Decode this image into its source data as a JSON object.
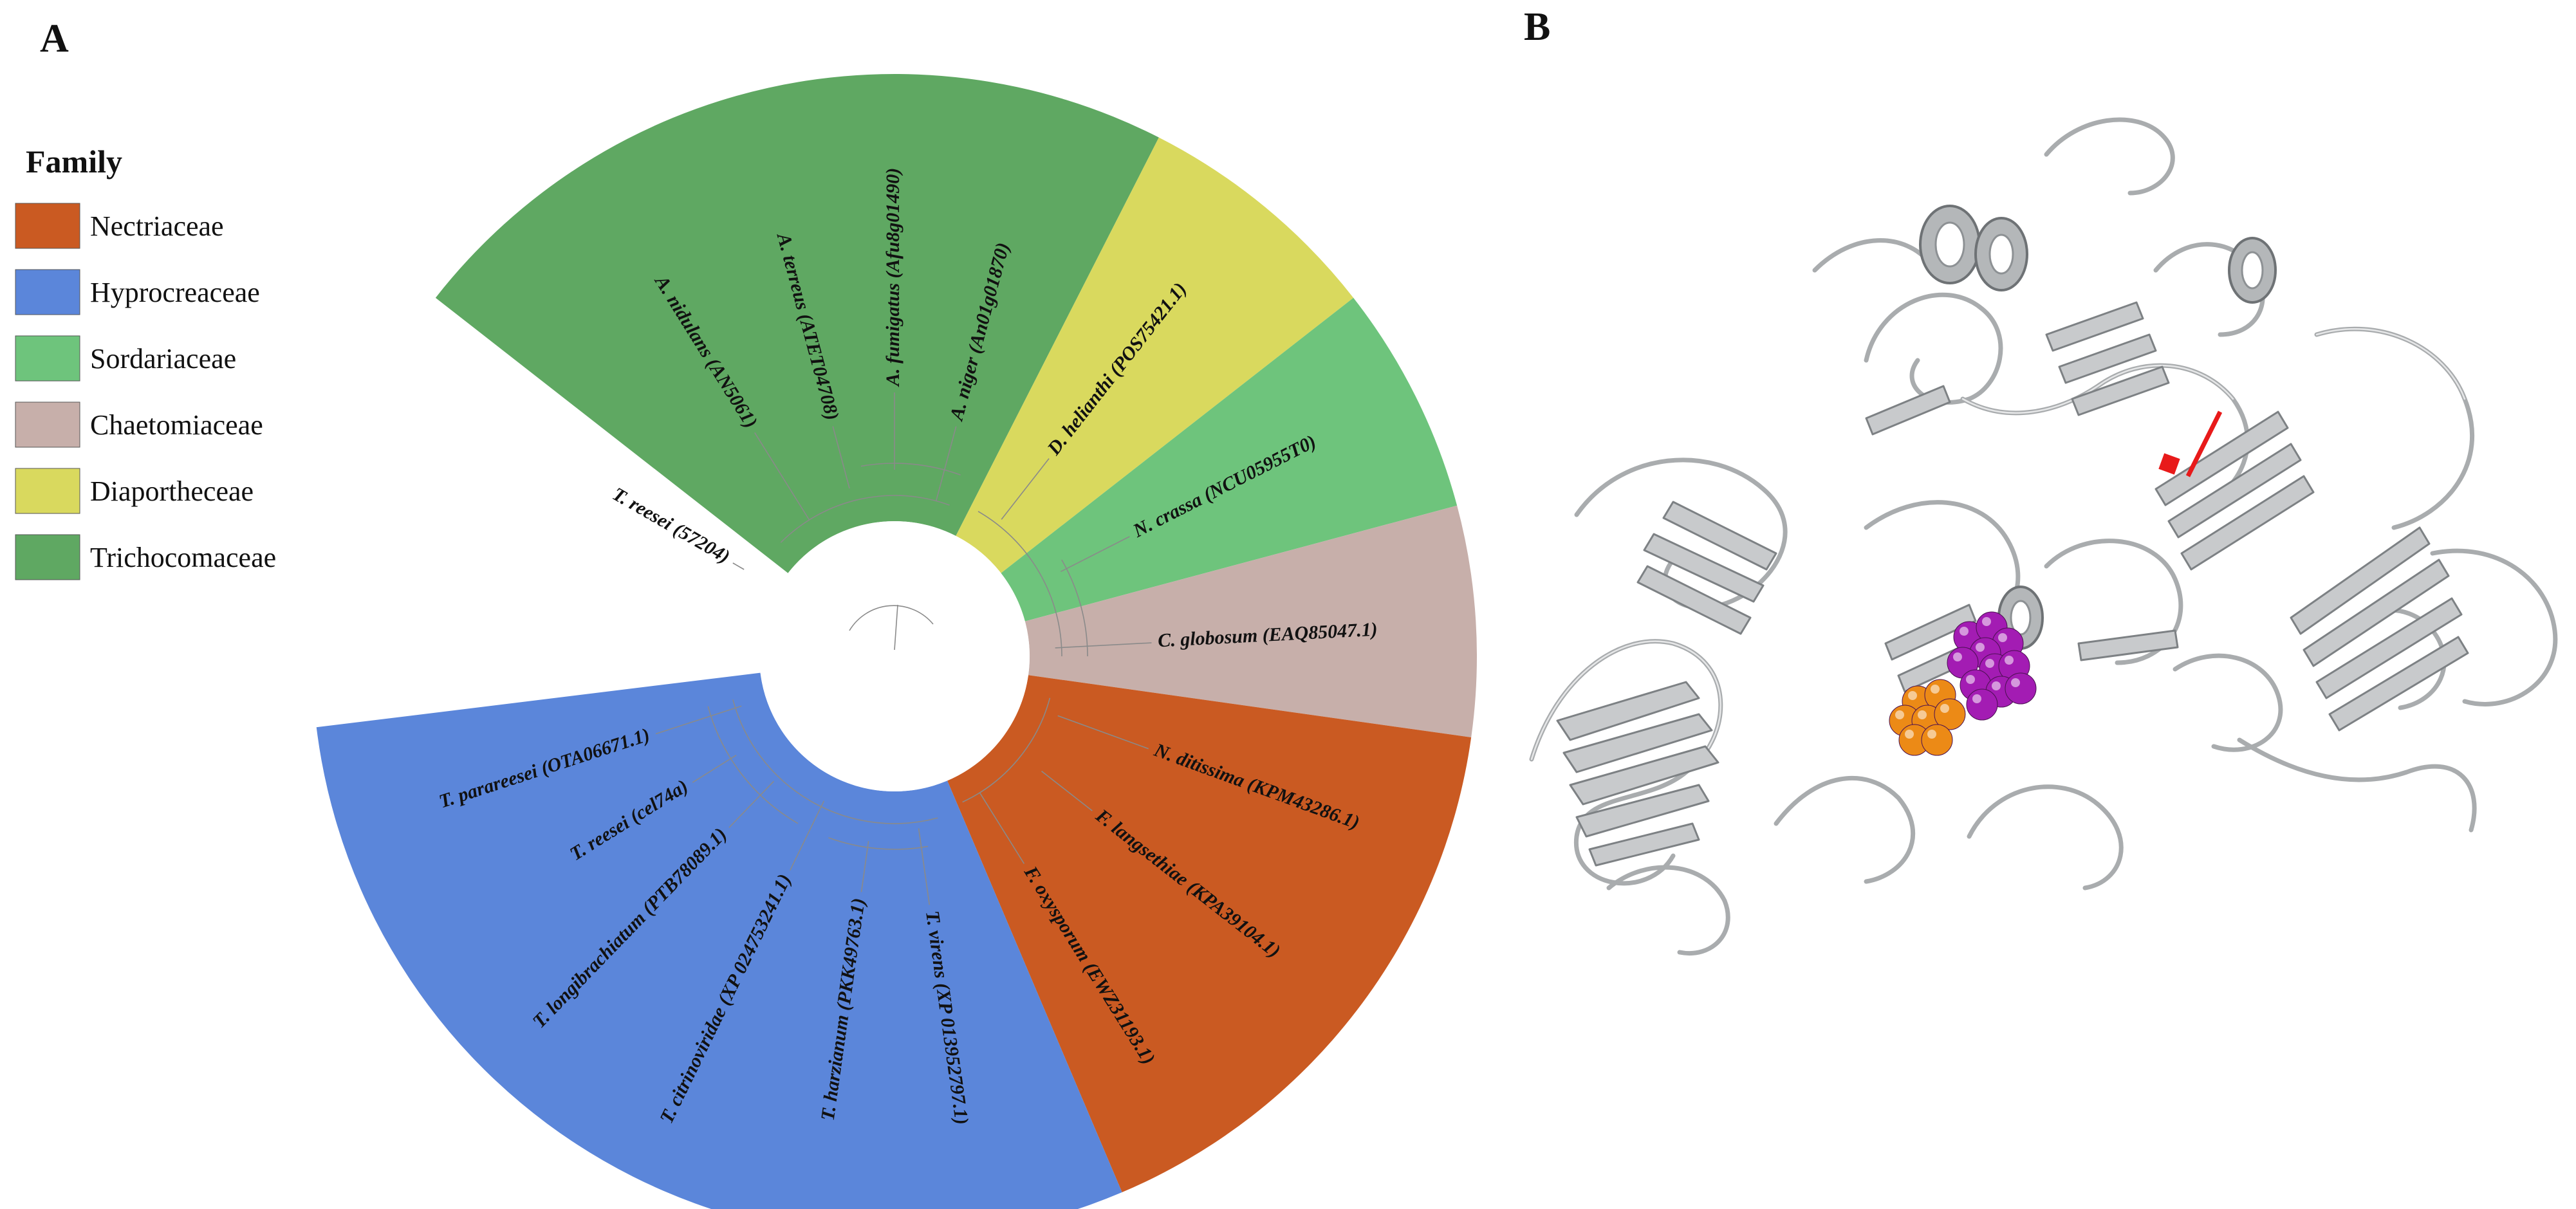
{
  "figure": {
    "panel_a_letter": "A",
    "panel_b_letter": "B"
  },
  "legend": {
    "title": "Family",
    "items": [
      {
        "label": "Nectriaceae",
        "color": "#ca5a22"
      },
      {
        "label": "Hyprocreaceae",
        "color": "#5b86da"
      },
      {
        "label": "Sordariaceae",
        "color": "#6ec47c"
      },
      {
        "label": "Chaetomiaceae",
        "color": "#c7afaa"
      },
      {
        "label": "Diaportheceae",
        "color": "#d9d95e"
      },
      {
        "label": "Trichocomaceae",
        "color": "#5fa862"
      }
    ]
  },
  "tree": {
    "leaves": [
      {
        "label": "A. nidulans (AN5061)",
        "family": "Trichocomaceae"
      },
      {
        "label": "A. terreus (ATET04708)",
        "family": "Trichocomaceae"
      },
      {
        "label": "A. fumigatus (Afu8g01490)",
        "family": "Trichocomaceae"
      },
      {
        "label": "A. niger (An01g01870)",
        "family": "Trichocomaceae"
      },
      {
        "label": "D. helianthi (POS75421.1)",
        "family": "Diaportheceae"
      },
      {
        "label": "N. crassa (NCU05955T0)",
        "family": "Sordariaceae"
      },
      {
        "label": "C. globosum (EAQ85047.1)",
        "family": "Chaetomiaceae"
      },
      {
        "label": "N. ditissima (KPM43286.1)",
        "family": "Nectriaceae"
      },
      {
        "label": "F. langsethiae (KPA39104.1)",
        "family": "Nectriaceae"
      },
      {
        "label": "F. oxysporum (EWZ31193.1)",
        "family": "Nectriaceae"
      },
      {
        "label": "T. virens (XP 013952797.1)",
        "family": "Hyprocreaceae"
      },
      {
        "label": "T. harzianum (PKK49763.1)",
        "family": "Hyprocreaceae"
      },
      {
        "label": "T. citrinoviridae (XP 024753241.1)",
        "family": "Hyprocreaceae"
      },
      {
        "label": "T. longibrachiatum (PTB78089.1)",
        "family": "Hyprocreaceae"
      },
      {
        "label": "T. reesei (cel74a)",
        "family": "Hyprocreaceae"
      },
      {
        "label": "T. parareesei (OTA06671.1)",
        "family": "Hyprocreaceae"
      },
      {
        "label": "T. reesei (57204)",
        "family": ""
      }
    ]
  },
  "structure": {
    "sphere_colors": {
      "ligand_a": "#a31cb3",
      "ligand_b": "#ec8a16",
      "marker": "#e81a1a"
    }
  }
}
